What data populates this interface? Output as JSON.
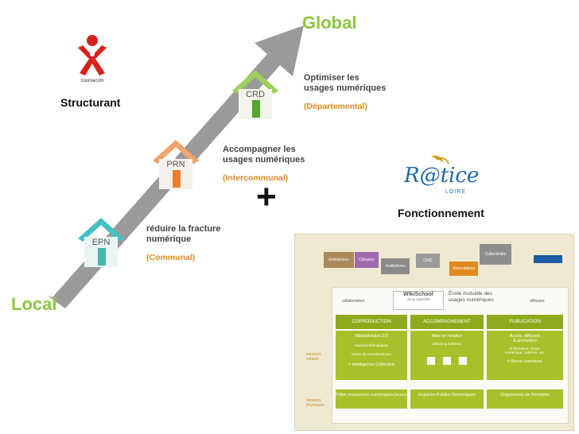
{
  "left": {
    "global_label": "Global",
    "local_label": "Local",
    "structurant_label": "Structurant",
    "zoomacom_text": "zoomacom",
    "steps": [
      {
        "house": "EPN",
        "title_1": "réduire la fracture",
        "title_2": "numérique",
        "scope": "(Communal)"
      },
      {
        "house": "PRN",
        "title_1": "Accompagner les",
        "title_2": "usages numériques",
        "scope": "(Intercommunal)"
      },
      {
        "house": "CRD",
        "title_1": "Optimiser les",
        "title_2": "usages numériques",
        "scope": "(Départemental)"
      }
    ],
    "plus": "+"
  },
  "right": {
    "fonctionnement_label": "Fonctionnement",
    "ratice_logo": "R@tice",
    "ratice_sub": "LOIRE",
    "top_tags": [
      "Entreprises",
      "Citoyens",
      "Institutions",
      "ONG",
      "Associations",
      "Collectivités"
    ],
    "wikischool_title": "WikiSchool",
    "wikischool_sub": "de la cyberlab",
    "ecole_title_1": "École mutuelle des",
    "ecole_title_2": "usages numériques",
    "collaboration": "collaboration",
    "diffusion": "diffusion",
    "columns": [
      {
        "head": "COPRODUCTION",
        "line1": "Médiathèque 2.0",
        "line2": "espaces thématiques",
        "line3": "bases de connaissances",
        "line4": "= Intelligence Collective"
      },
      {
        "head": "ACCOMPAGNEMENT",
        "line1": "Mise en relation",
        "line2": "directe & indirecte",
        "line3": "",
        "line4": ""
      },
      {
        "head": "PUBLICATION",
        "line1": "Accès, diffusion",
        "line2": "& promotion",
        "line3": "E-formation, Guide numérique, Labtices, etc.",
        "line4": "= Biens communs"
      }
    ],
    "row_labels": [
      "espaces virtuels",
      "espaces physiques"
    ],
    "bottom": [
      "Pôles ressources numériques locaux",
      "Espaces Publics Numériques",
      "Organismes de formation"
    ]
  }
}
